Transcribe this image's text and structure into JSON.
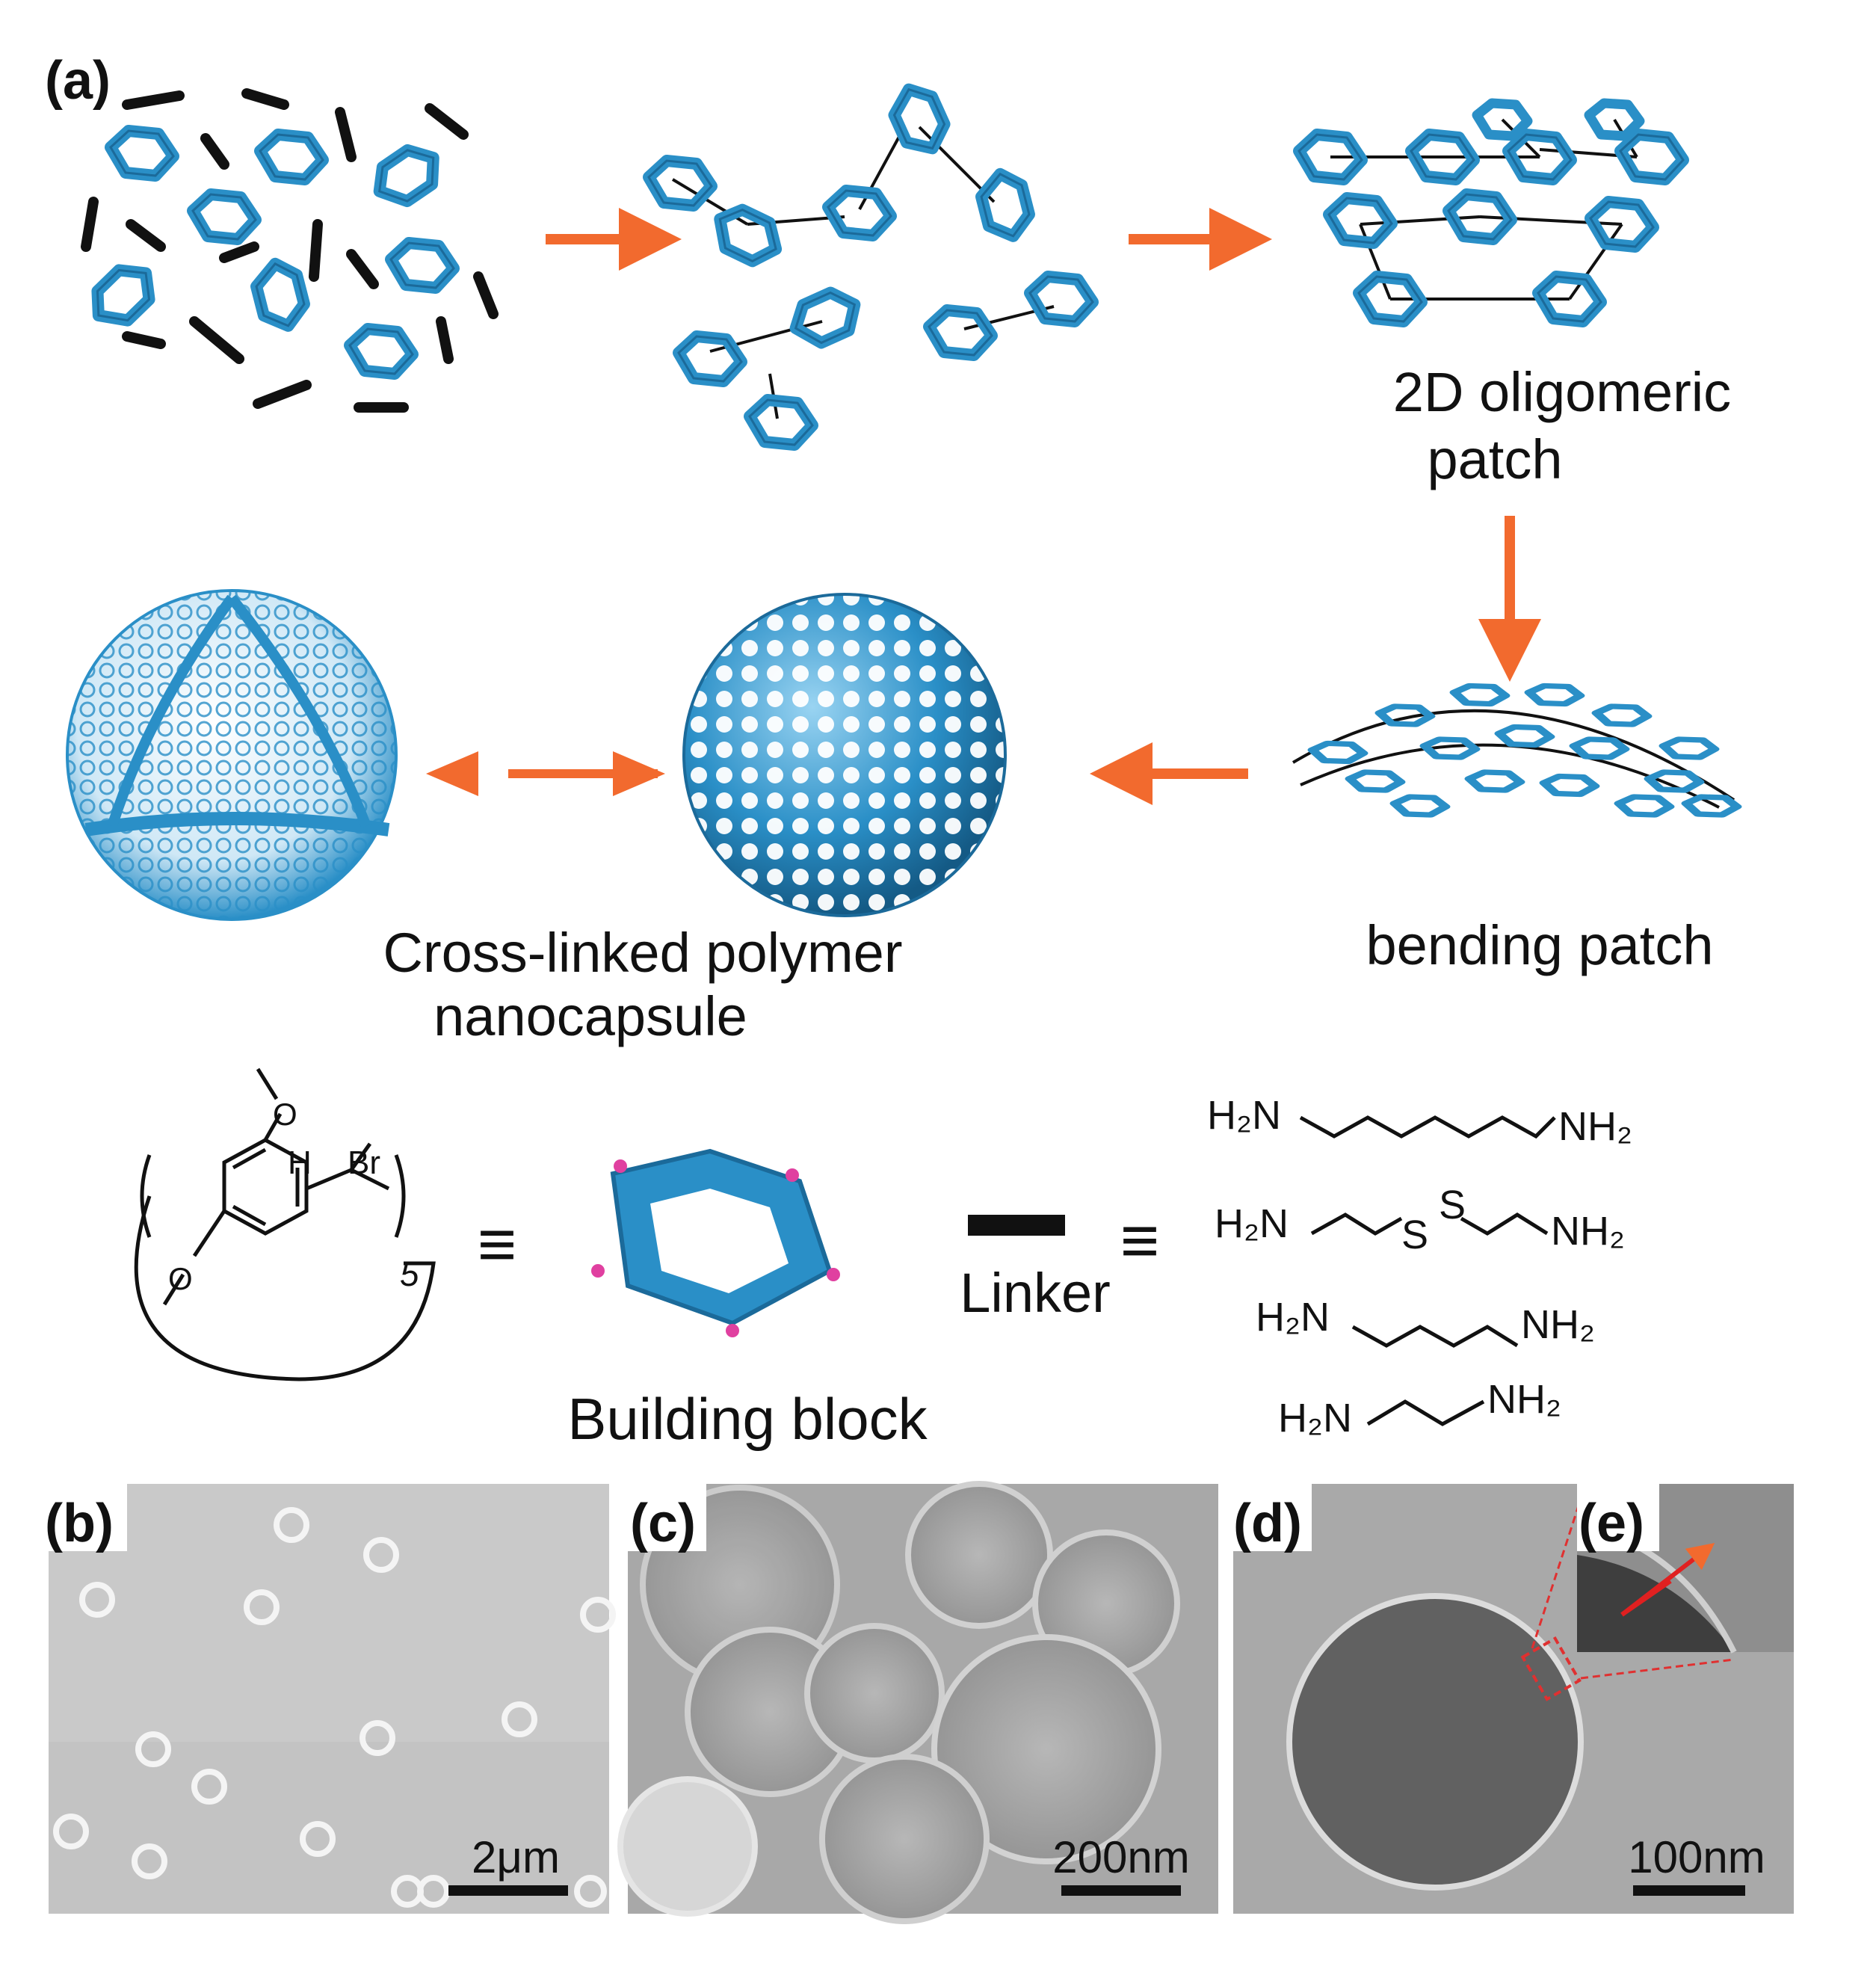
{
  "panels": {
    "a": "(a)",
    "b": "(b)",
    "c": "(c)",
    "d": "(d)",
    "e": "(e)"
  },
  "stages": {
    "patch_line1": "2D oligomeric",
    "patch_line2": "patch",
    "bending": "bending patch",
    "capsule_line1": "Cross-linked polymer",
    "capsule_line2": "nanocapsule"
  },
  "legend": {
    "building_block": "Building block",
    "linker": "Linker",
    "equiv": "≡",
    "h_atom": "H",
    "br_atom": "Br",
    "o_atom": "O",
    "repeat_n": "5"
  },
  "linkers": [
    {
      "left": "H₂N",
      "right": "NH₂"
    },
    {
      "left": "H₂N",
      "middle_s1": "S",
      "middle_s2": "S",
      "right": "NH₂"
    },
    {
      "left": "H₂N",
      "right": "NH₂"
    },
    {
      "left": "H₂N",
      "right": "NH₂"
    }
  ],
  "scale_bars": {
    "b": "2μm",
    "c": "200nm",
    "d": "100nm"
  },
  "colors": {
    "block_blue": "#2a8fc7",
    "block_dark": "#1b6a9a",
    "arrow": "#f26a2e",
    "pink": "#e040a0",
    "em_gray": "#b8b8b8"
  }
}
